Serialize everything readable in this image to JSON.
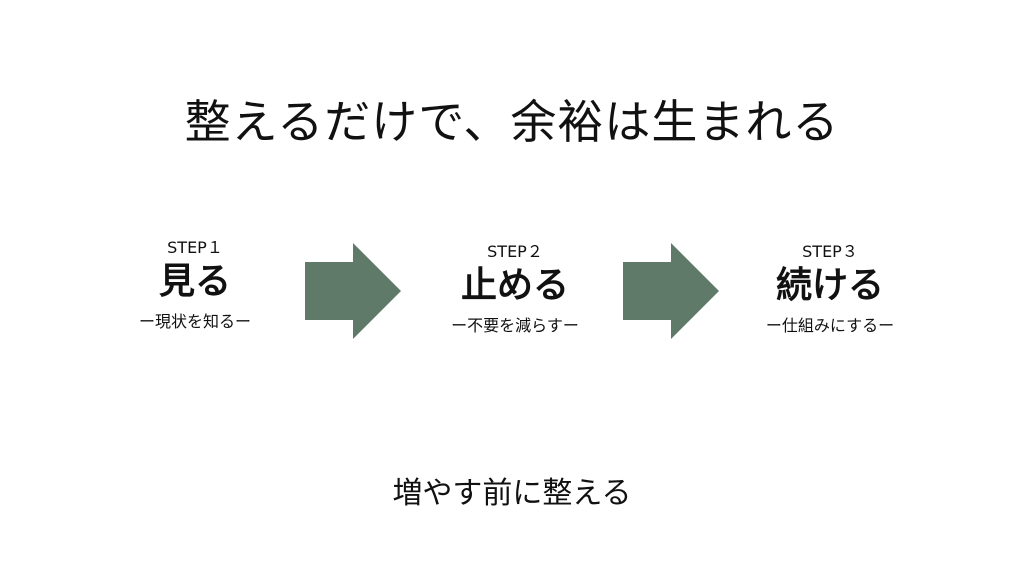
{
  "title": "整えるだけで、余裕は生まれる",
  "steps": [
    {
      "label": "STEP１",
      "main": "見る",
      "sub": "ー現状を知るー"
    },
    {
      "label": "STEP２",
      "main": "止める",
      "sub": "ー不要を減らすー"
    },
    {
      "label": "STEP３",
      "main": "続ける",
      "sub": "ー仕組みにするー"
    }
  ],
  "arrow_color": "#5f7a68",
  "bottom_text": "増やす前に整える"
}
